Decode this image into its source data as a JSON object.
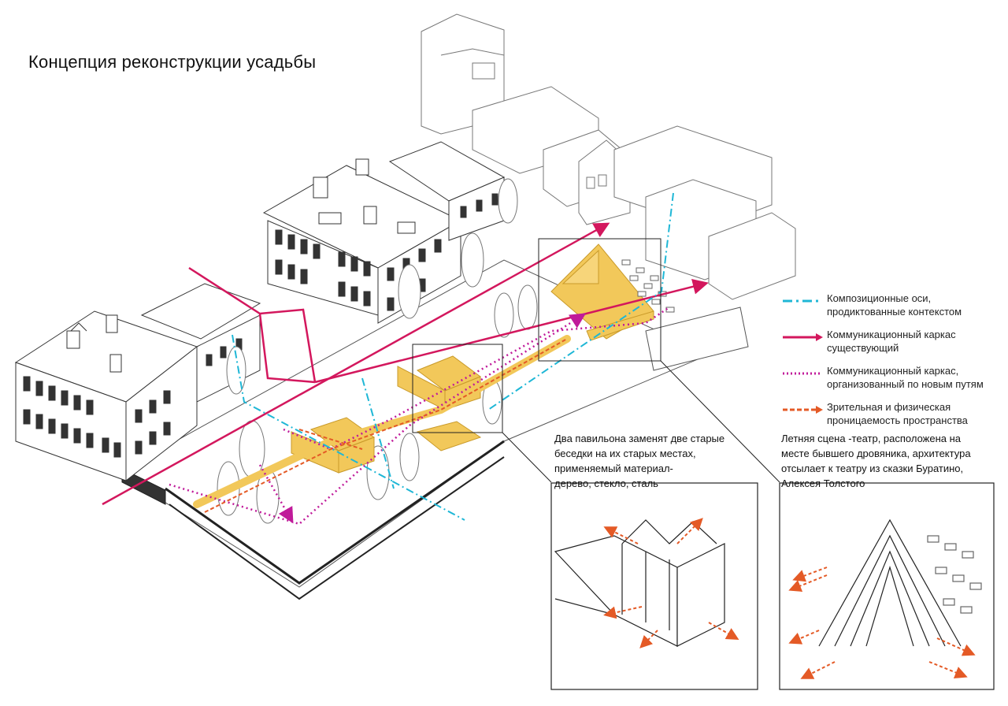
{
  "title": "Концепция реконструкции усадьбы",
  "legend": [
    {
      "key": "axes",
      "color": "#1fb7d6",
      "style": "dash-dot",
      "line1": "Композиционные оси,",
      "line2": "продиктованные контекстом"
    },
    {
      "key": "existing",
      "color": "#d3175d",
      "style": "solid-arrow",
      "line1": "Коммуникационный каркас",
      "line2": "существующий"
    },
    {
      "key": "new",
      "color": "#c01a9a",
      "style": "dotted",
      "line1": "Коммуникационный каркас,",
      "line2": "организованный по новым путям"
    },
    {
      "key": "permeability",
      "color": "#e45a26",
      "style": "dashed-arrow",
      "line1": "Зрительная и физическая",
      "line2": "проницаемость пространства"
    }
  ],
  "captions": {
    "pavilions": [
      "Два павильона заменят две старые",
      "беседки на их старых местах,",
      "применяемый материал-",
      "дерево, стекло, сталь"
    ],
    "theatre": [
      "Летняя сцена -театр, расположена на",
      "месте бывшего дровяника, архитектура",
      "отсылает к театру из сказки Буратино,",
      "Алексея Толстого"
    ]
  },
  "colors": {
    "pavilion_fill": "#f2c85a",
    "pavilion_stroke": "#c99a2a",
    "line": "#333333",
    "building_fill": "#ffffff"
  }
}
